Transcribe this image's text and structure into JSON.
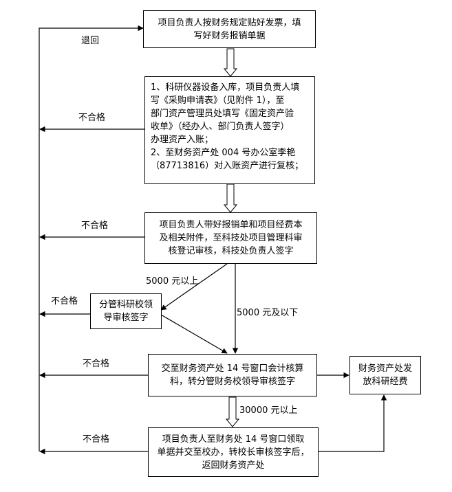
{
  "nodes": {
    "step1": {
      "lines": [
        "项目负责人按财务规定贴好发票，填",
        "写好财务报销单据"
      ]
    },
    "step2": {
      "lines": [
        "1、科研仪器设备入库，项目负责人填",
        "写《采购申请表》（见附件 1），至",
        "部门资产管理员处填写《固定资产验",
        "收单》（经办人、部门负责人签字）",
        "办理资产入账；",
        "2、至财务资产处 004 号办公室李艳",
        "（87713816）对入账资产进行复核；"
      ]
    },
    "step3": {
      "lines": [
        "项目负责人带好报销单和项目经费本",
        "及相关附件，至科技处项目管理科审",
        "核登记审核，科技处负责人签字"
      ]
    },
    "approval": {
      "lines": [
        "分管科研校领",
        "导审核签字"
      ]
    },
    "step4": {
      "lines": [
        "交至财务资产处 14 号窗口会计核算",
        "科，转分管财务校领导审核签字"
      ]
    },
    "payout": {
      "lines": [
        "财务资产处发",
        "放科研经费"
      ]
    },
    "step5": {
      "lines": [
        "项目负责人至财务处 14 号窗口领取",
        "单据并交至校办，转校长审核签字后，",
        "返回财务资产处"
      ]
    }
  },
  "labels": {
    "return": "退回",
    "fail_step2": "不合格",
    "fail_step3": "不合格",
    "fail_approval": "不合格",
    "fail_step4": "不合格",
    "fail_step5": "不合格",
    "over_5000": "5000 元以上",
    "under_5000": "5000 元及以下",
    "over_30000": "30000 元以上"
  }
}
